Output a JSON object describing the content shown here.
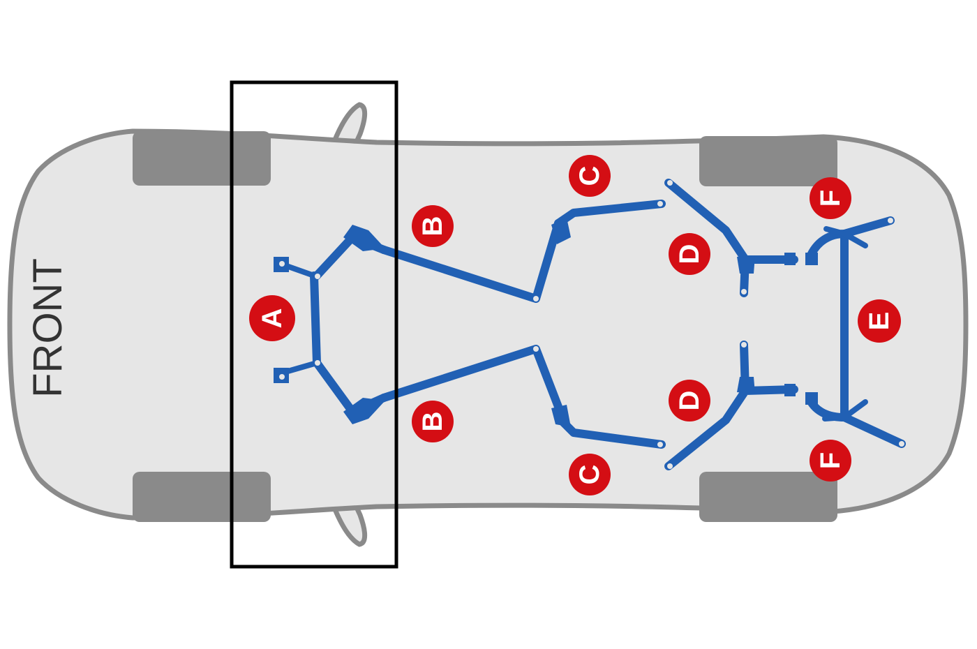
{
  "front_label": "FRONT",
  "colors": {
    "body_fill": "#e6e6e6",
    "body_outline": "#8a8a8a",
    "tire": "#8a8a8a",
    "brace": "#2160b4",
    "marker": "#d40e14",
    "marker_text": "#ffffff",
    "highlight_box": "#000000"
  },
  "markers": {
    "a": "A",
    "b_top": "B",
    "b_bottom": "B",
    "c_top": "C",
    "c_bottom": "C",
    "d_top": "D",
    "d_bottom": "D",
    "e": "E",
    "f_top": "F",
    "f_bottom": "F"
  }
}
